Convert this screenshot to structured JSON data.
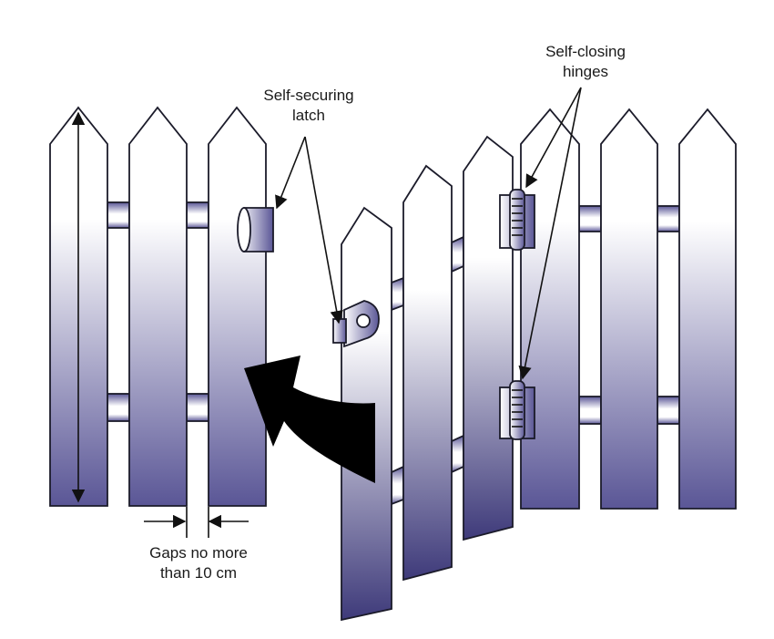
{
  "labels": {
    "latch_line1": "Self-securing",
    "latch_line2": "latch",
    "hinges_line1": "Self-closing",
    "hinges_line2": "hinges",
    "gap_line1": "Gaps no more",
    "gap_line2": "than 10 cm"
  },
  "colors": {
    "picket_dark": "#5a5696",
    "picket_light": "#ffffff",
    "outline": "#1b1b2a",
    "arrow": "#000000"
  }
}
